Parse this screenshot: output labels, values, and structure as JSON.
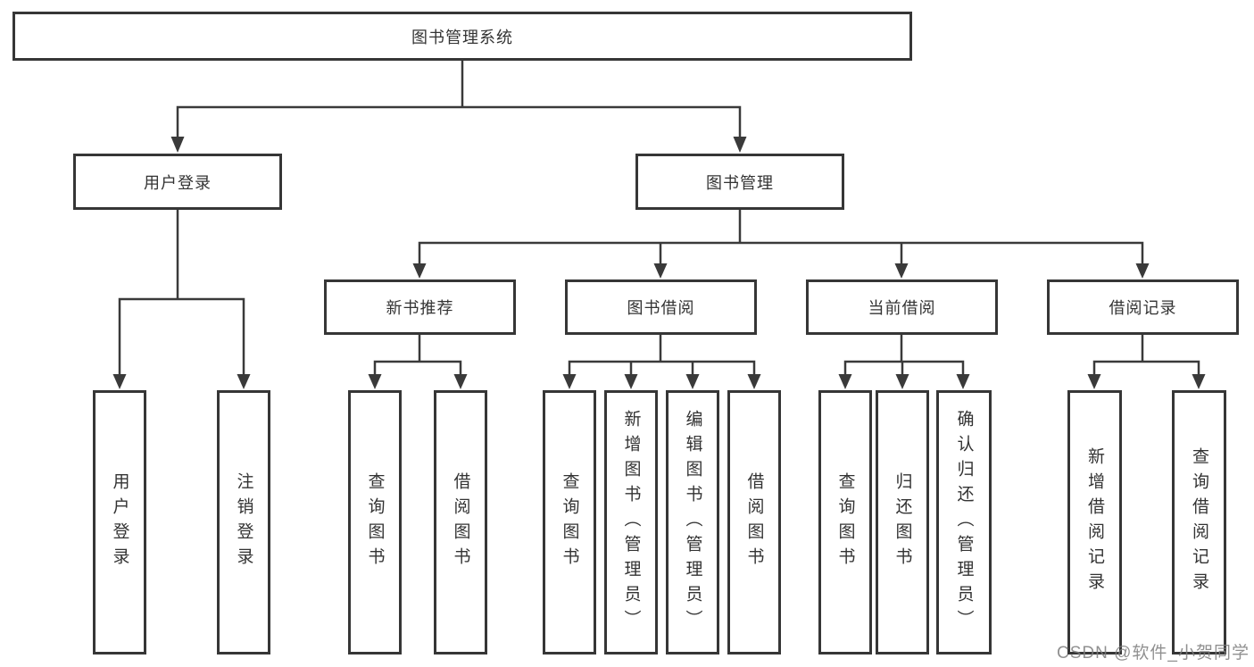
{
  "diagram": {
    "root": {
      "label": "图书管理系统"
    },
    "level2": [
      {
        "label": "用户登录"
      },
      {
        "label": "图书管理"
      }
    ],
    "level3": [
      {
        "label": "新书推荐"
      },
      {
        "label": "图书借阅"
      },
      {
        "label": "当前借阅"
      },
      {
        "label": "借阅记录"
      }
    ],
    "leaves": {
      "user_login": [
        "用户登录",
        "注销登录"
      ],
      "new_book_recommend": [
        "查询图书",
        "借阅图书"
      ],
      "book_borrow": [
        "查询图书",
        "新增图书（管理员）",
        "编辑图书（管理员）",
        "借阅图书"
      ],
      "current_borrow": [
        "查询图书",
        "归还图书",
        "确认归还（管理员）"
      ],
      "borrow_record": [
        "新增借阅记录",
        "查询借阅记录"
      ]
    }
  },
  "watermark": {
    "text": "CSDN @软件_小贺同学",
    "color": "#7d7d7d"
  },
  "colors": {
    "line": "#3a3a3a",
    "box_border": "#363636",
    "text": "#333333",
    "background": "#ffffff"
  }
}
